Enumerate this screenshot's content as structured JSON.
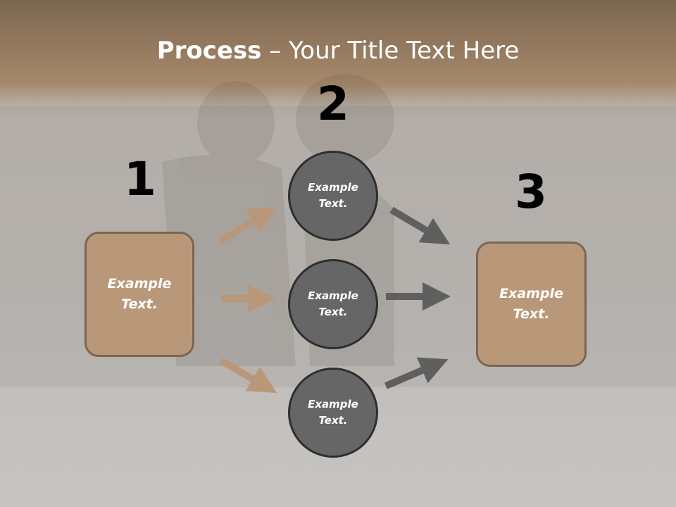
{
  "title": {
    "bold": "Process",
    "rest": " – Your Title Text Here"
  },
  "steps": {
    "one": "1",
    "two": "2",
    "three": "3"
  },
  "left_box": {
    "label": "Example\nText."
  },
  "right_box": {
    "label": "Example\nText."
  },
  "circles": [
    {
      "label": "Example\nText."
    },
    {
      "label": "Example\nText."
    },
    {
      "label": "Example\nText."
    }
  ],
  "colors": {
    "box_fill": "#b9987a",
    "box_border": "#7a6655",
    "circle_fill": "#666666",
    "circle_border": "#2e2e2e",
    "arrow_tan": "#b9987a",
    "arrow_gray": "#5f5f5f"
  }
}
